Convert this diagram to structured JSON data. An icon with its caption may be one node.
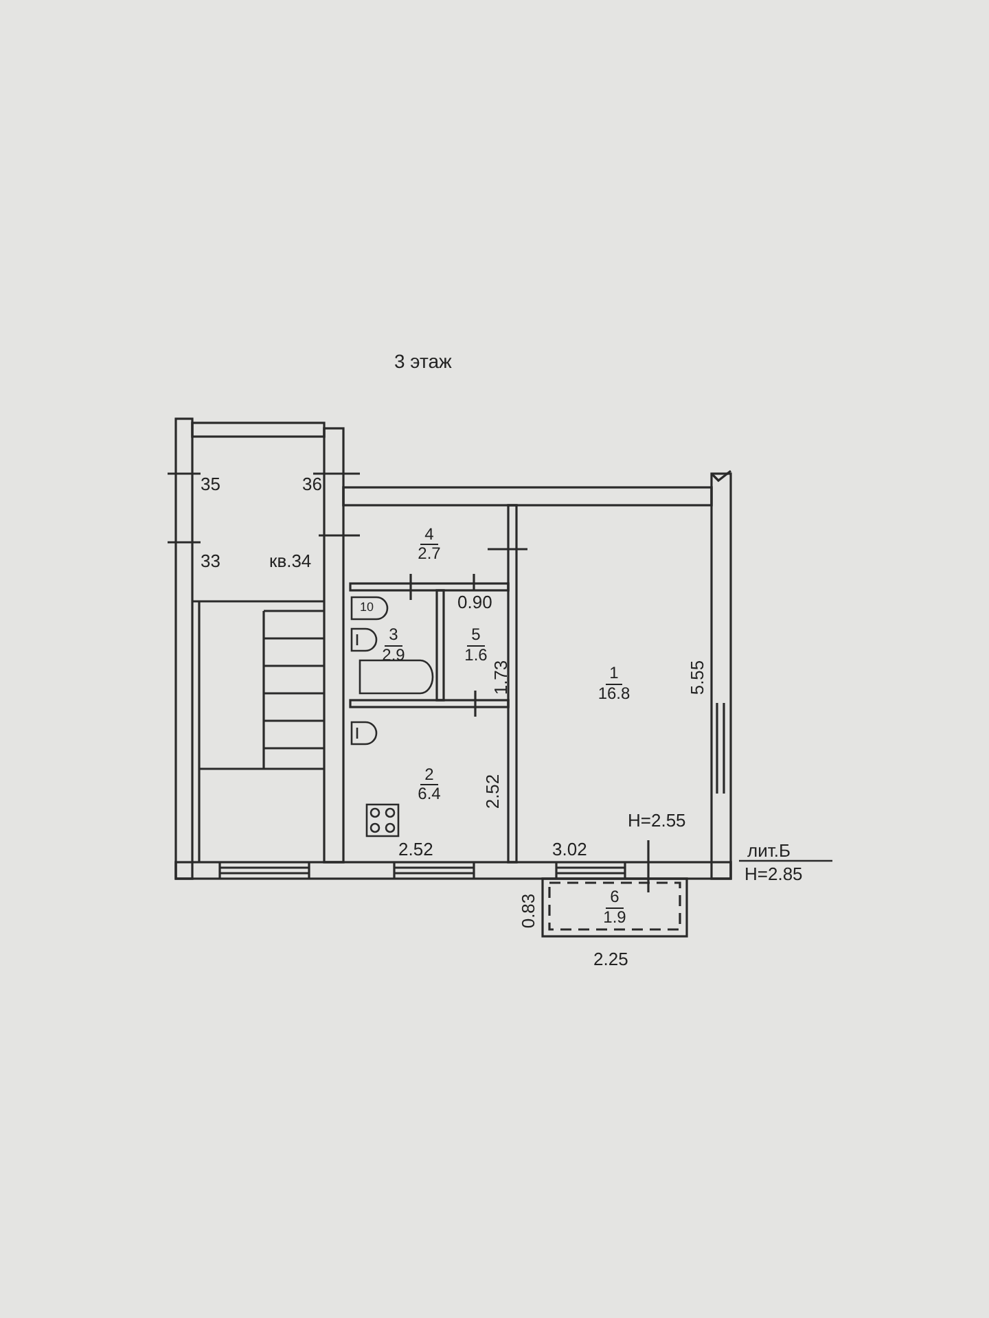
{
  "diagram": {
    "title": "3 этаж",
    "nodes": [
      {
        "text": [
          "4",
          "2.7"
        ]
      },
      {
        "text": [
          "3",
          "2.9"
        ]
      },
      {
        "text": [
          "5",
          "1.6"
        ]
      },
      {
        "text": [
          "1",
          "16.8"
        ]
      },
      {
        "text": [
          "2",
          "6.4"
        ]
      },
      {
        "text": [
          "6",
          "1.9"
        ]
      }
    ],
    "labels": [
      "35",
      "36",
      "33",
      "кв.34",
      "10",
      "0.90",
      "1.73",
      "5.55",
      "2.52",
      "H=2.55",
      "2.52",
      "3.02",
      "лит.Б",
      "H=2.85",
      "0.83",
      "2.25"
    ]
  }
}
